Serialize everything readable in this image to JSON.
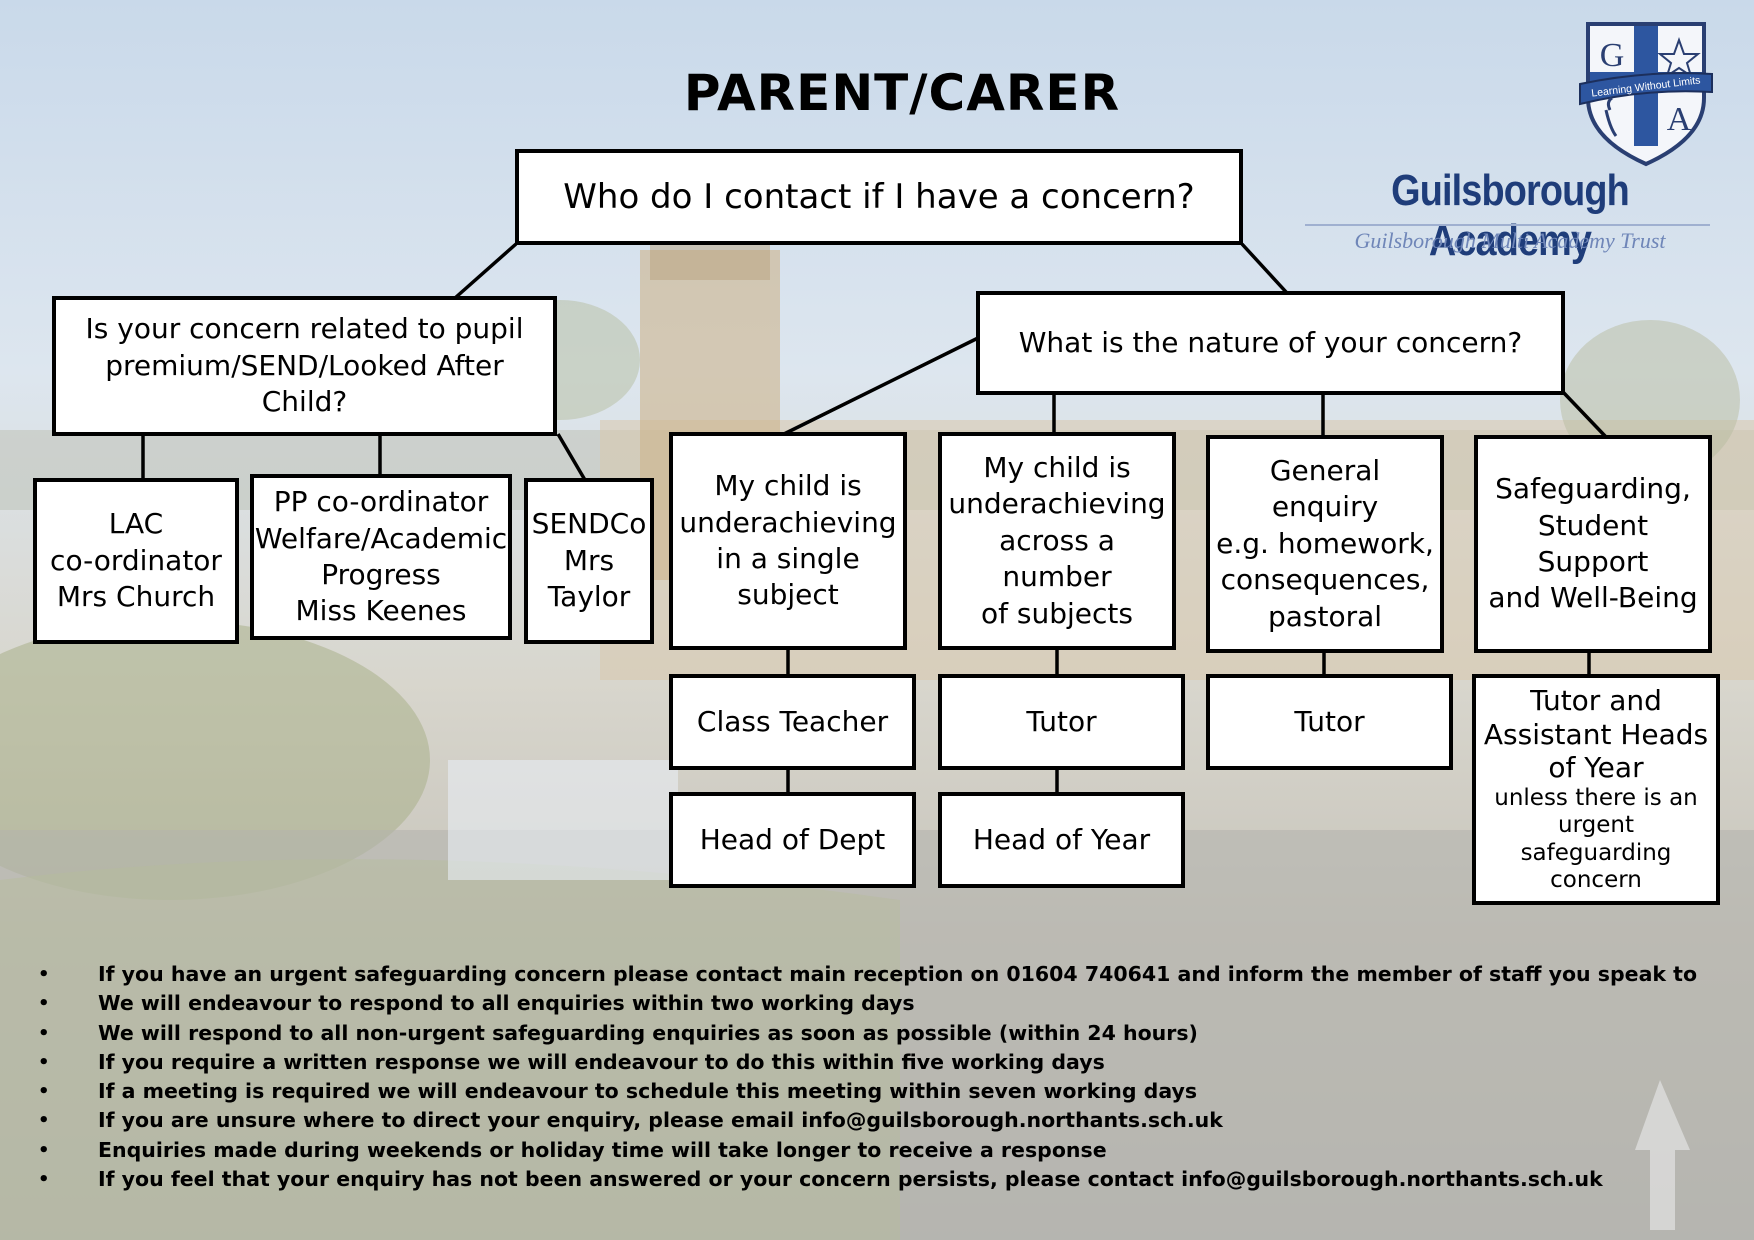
{
  "title": "PARENT/CARER",
  "logo": {
    "school_name": "Guilsborough Academy",
    "trust_name": "Guilsborough Multi Academy Trust",
    "crest_letters": [
      "G",
      "A"
    ],
    "crest_ribbon": "Learning Without Limits",
    "brand_color": "#1f3d7a"
  },
  "flowchart": {
    "root": "Who do I contact if I have a concern?",
    "left_question": [
      "Is your concern related to pupil",
      "premium/SEND/Looked After Child?"
    ],
    "left_contacts": [
      {
        "id": "lac",
        "lines": [
          "LAC",
          "co-ordinator",
          "Mrs Church"
        ]
      },
      {
        "id": "pp",
        "lines": [
          "PP co-ordinator",
          "Welfare/Academic",
          "Progress",
          "Miss Keenes"
        ]
      },
      {
        "id": "sendco",
        "lines": [
          "SENDCo",
          "Mrs",
          "Taylor"
        ]
      }
    ],
    "right_question": "What is the nature of your concern?",
    "right_categories": [
      {
        "id": "single",
        "lines": [
          "My child is",
          "underachieving",
          "in a single",
          "subject"
        ],
        "steps": [
          "Class Teacher",
          "Head of Dept"
        ]
      },
      {
        "id": "multiple",
        "lines": [
          "My child is",
          "underachieving",
          "across a number",
          "of subjects"
        ],
        "steps": [
          "Tutor",
          "Head of Year"
        ]
      },
      {
        "id": "general",
        "lines": [
          "General enquiry",
          "e.g. homework,",
          "consequences,",
          "pastoral"
        ],
        "steps": [
          "Tutor"
        ]
      },
      {
        "id": "safeguarding",
        "lines": [
          "Safeguarding,",
          "Student Support",
          "and Well-Being"
        ],
        "steps": []
      }
    ],
    "safeguarding_contact": {
      "main_lines": [
        "Tutor and",
        "Assistant Heads",
        "of Year"
      ],
      "note_lines": [
        "unless there is an",
        "urgent safeguarding",
        "concern"
      ]
    }
  },
  "notes": [
    "If you have an urgent safeguarding concern please contact main reception on 01604 740641 and inform the member of staff you speak to",
    "We will endeavour to respond to all enquiries within two working days",
    "We will respond to all non-urgent safeguarding enquiries as soon as possible (within 24 hours)",
    "If you require a written response we will endeavour to do this within five working days",
    "If a meeting is required we will endeavour to schedule this meeting within seven working days",
    "If you are unsure where to direct your enquiry, please email info@guilsborough.northants.sch.uk",
    "Enquiries made during weekends or holiday time will take longer to receive a response",
    "If you feel that your enquiry has not been answered or your concern persists, please contact  info@guilsborough.northants.sch.uk"
  ]
}
